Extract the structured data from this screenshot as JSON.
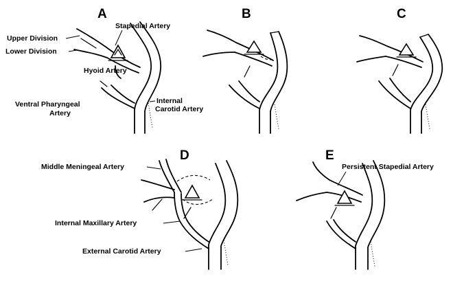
{
  "panels": {
    "a": {
      "letter": "A"
    },
    "b": {
      "letter": "B"
    },
    "c": {
      "letter": "C"
    },
    "d": {
      "letter": "D"
    },
    "e": {
      "letter": "E"
    }
  },
  "labels": {
    "stapedial_artery": "Stapedial Artery",
    "upper_division": "Upper Division",
    "lower_division": "Lower Division",
    "hyoid_artery": "Hyoid Artery",
    "ventral_pharyngeal_1": "Ventral Pharyngeal",
    "ventral_pharyngeal_2": "Artery",
    "internal_carotid_1": "Internal",
    "internal_carotid_2": "Carotid Artery",
    "middle_meningeal": "Middle Meningeal Artery",
    "internal_maxillary": "Internal Maxillary Artery",
    "external_carotid": "External Carotid Artery",
    "persistent_stapedial": "Persistent Stapedial Artery"
  }
}
